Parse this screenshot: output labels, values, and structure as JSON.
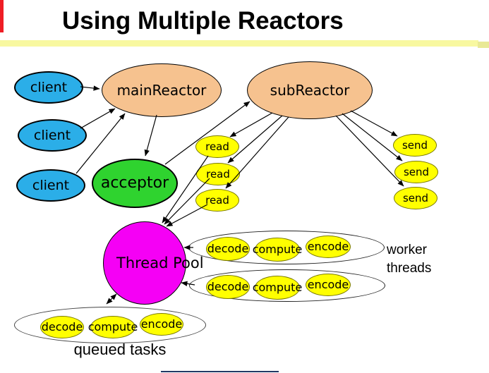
{
  "header": {
    "title": "Using Multiple Reactors"
  },
  "diagram": {
    "clients": [
      "client",
      "client",
      "client"
    ],
    "main_reactor": "mainReactor",
    "sub_reactor": "subReactor",
    "acceptor": "acceptor",
    "reads": [
      "read",
      "read",
      "read"
    ],
    "sends": [
      "send",
      "send",
      "send"
    ],
    "thread_pool": "Thread Pool",
    "worker_rows": [
      {
        "tasks": [
          "decode",
          "compute",
          "encode"
        ]
      },
      {
        "tasks": [
          "decode",
          "compute",
          "encode"
        ]
      }
    ],
    "queued_row": {
      "tasks": [
        "decode",
        "compute",
        "encode"
      ]
    },
    "labels": {
      "worker_threads": "worker threads",
      "queued_tasks": "queued tasks"
    }
  },
  "colors": {
    "client_fill": "#2BAEE8",
    "reactor_fill": "#F6C28F",
    "acceptor_fill": "#2FD32F",
    "task_fill": "#FFFF00",
    "thread_pool_fill": "#F500F5",
    "title_underline": "#F8F8A0",
    "accent_bar": "#EF1D25",
    "footer_line": "#203864"
  }
}
